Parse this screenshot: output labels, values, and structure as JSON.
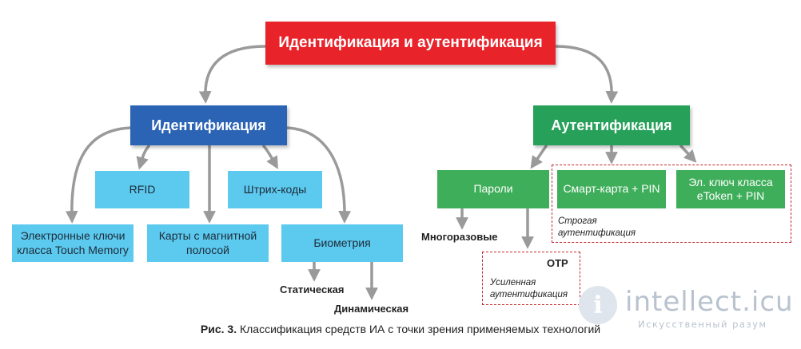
{
  "root": "Идентификация и аутентификация",
  "identification": {
    "title": "Идентификация",
    "rfid": "RFID",
    "barcodes": "Штрих-коды",
    "touch_memory": "Электронные ключи класса Touch Memory",
    "magnetic_cards": "Карты с магнитной полосой",
    "biometrics": "Биометрия",
    "static": "Статическая",
    "dynamic": "Динамическая"
  },
  "authentication": {
    "title": "Аутентификация",
    "passwords": "Пароли",
    "smartcard": "Смарт-карта + PIN",
    "etoken": "Эл. ключ класса eToken + PIN",
    "strong_auth": "Строгая аутентификация",
    "reusable": "Многоразовые",
    "otp": "OTP",
    "enhanced_auth": "Усиленная аутентификация"
  },
  "caption": {
    "prefix": "Рис. 3.",
    "text": "Классификация средств ИА с точки зрения применяемых технологий"
  },
  "watermark": {
    "logo": "i",
    "main": "intellect.icu",
    "sub": "Искусственный разум"
  },
  "colors": {
    "root": "#e8232a",
    "identification": "#2b63b5",
    "authentication": "#27a05a",
    "light_blue": "#5cc9ee",
    "green": "#3fae5a",
    "arrows": "#9a9a9a",
    "dashed": "#c0282e"
  }
}
